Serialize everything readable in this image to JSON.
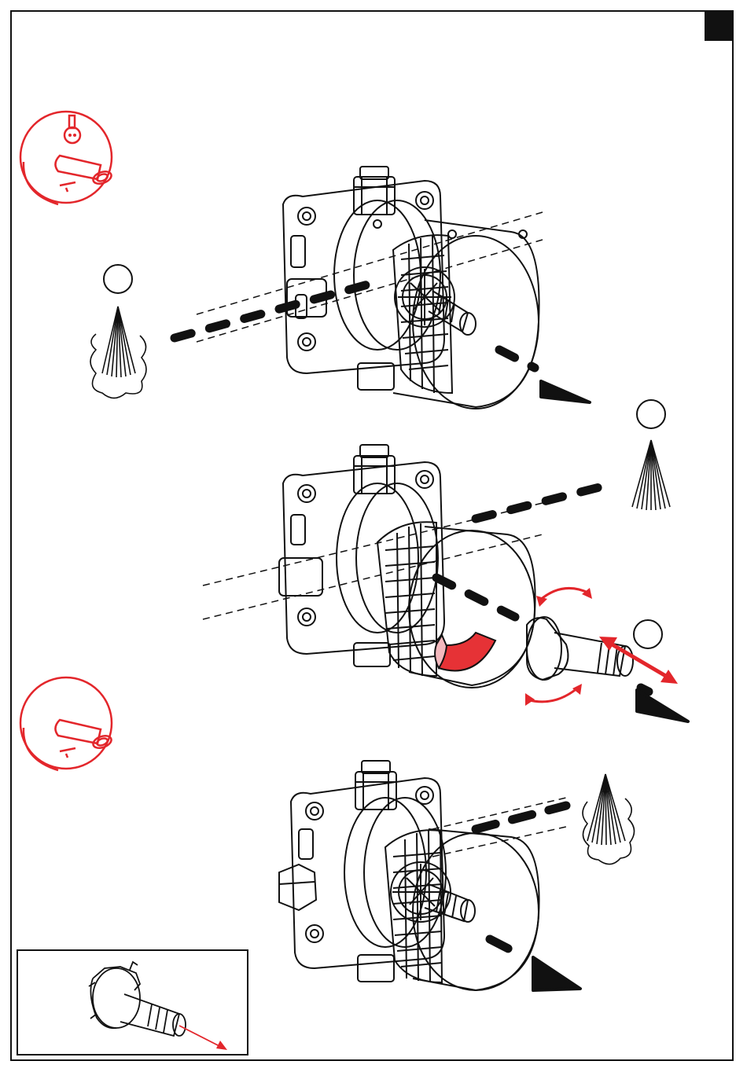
{
  "document": {
    "type": "installation-instruction-sheet",
    "steps": [
      {
        "id": 1,
        "action": "remove-plug"
      },
      {
        "id": 2,
        "action": "unscrew-and-pull-out-diverter"
      },
      {
        "id": 3,
        "action": "refit-fitting"
      }
    ]
  },
  "colors": {
    "line": "#111111",
    "accent": "#e3262b",
    "accent_fill": "#e63236",
    "accent_light": "#f3b8bd",
    "background": "#ffffff"
  },
  "icons": [
    "spout-handle-icon",
    "spout-icon",
    "water-flow-icon",
    "rotate-arrow-icon",
    "double-arrow-icon",
    "direction-arrow-icon"
  ]
}
